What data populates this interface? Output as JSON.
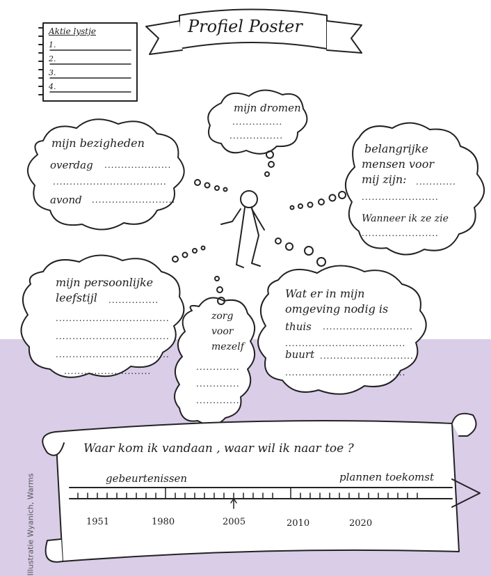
{
  "title": "Profiel Poster",
  "actielijst": {
    "heading": "Aktie lystje",
    "items": [
      "1.",
      "2.",
      "3.",
      "4."
    ]
  },
  "clouds": {
    "dromen": {
      "label": "mijn dromen"
    },
    "bezigheden": {
      "label": "mijn bezigheden",
      "lines": [
        "overdag",
        "avond"
      ]
    },
    "mensen": {
      "label_1": "belangrijke",
      "label_2": "mensen voor",
      "label_3": "mij zijn:",
      "line": "Wanneer ik ze zie"
    },
    "leefstijl": {
      "label_1": "mijn persoonlijke",
      "label_2": "leefstijl"
    },
    "zorg": {
      "label_1": "zorg",
      "label_2": "voor",
      "label_3": "mezelf"
    },
    "omgeving": {
      "label_1": "Wat er in mijn",
      "label_2": "omgeving nodig is",
      "lines": [
        "thuis",
        "buurt"
      ]
    }
  },
  "scroll": {
    "question": "Waar kom ik vandaan , waar wil ik naar toe ?",
    "left_label": "gebeurtenissen",
    "right_label": "plannen toekomst",
    "years": [
      "1951",
      "1980",
      "2005",
      "2010",
      "2020"
    ]
  },
  "credit": "Illustratie Wyanich, Warms"
}
